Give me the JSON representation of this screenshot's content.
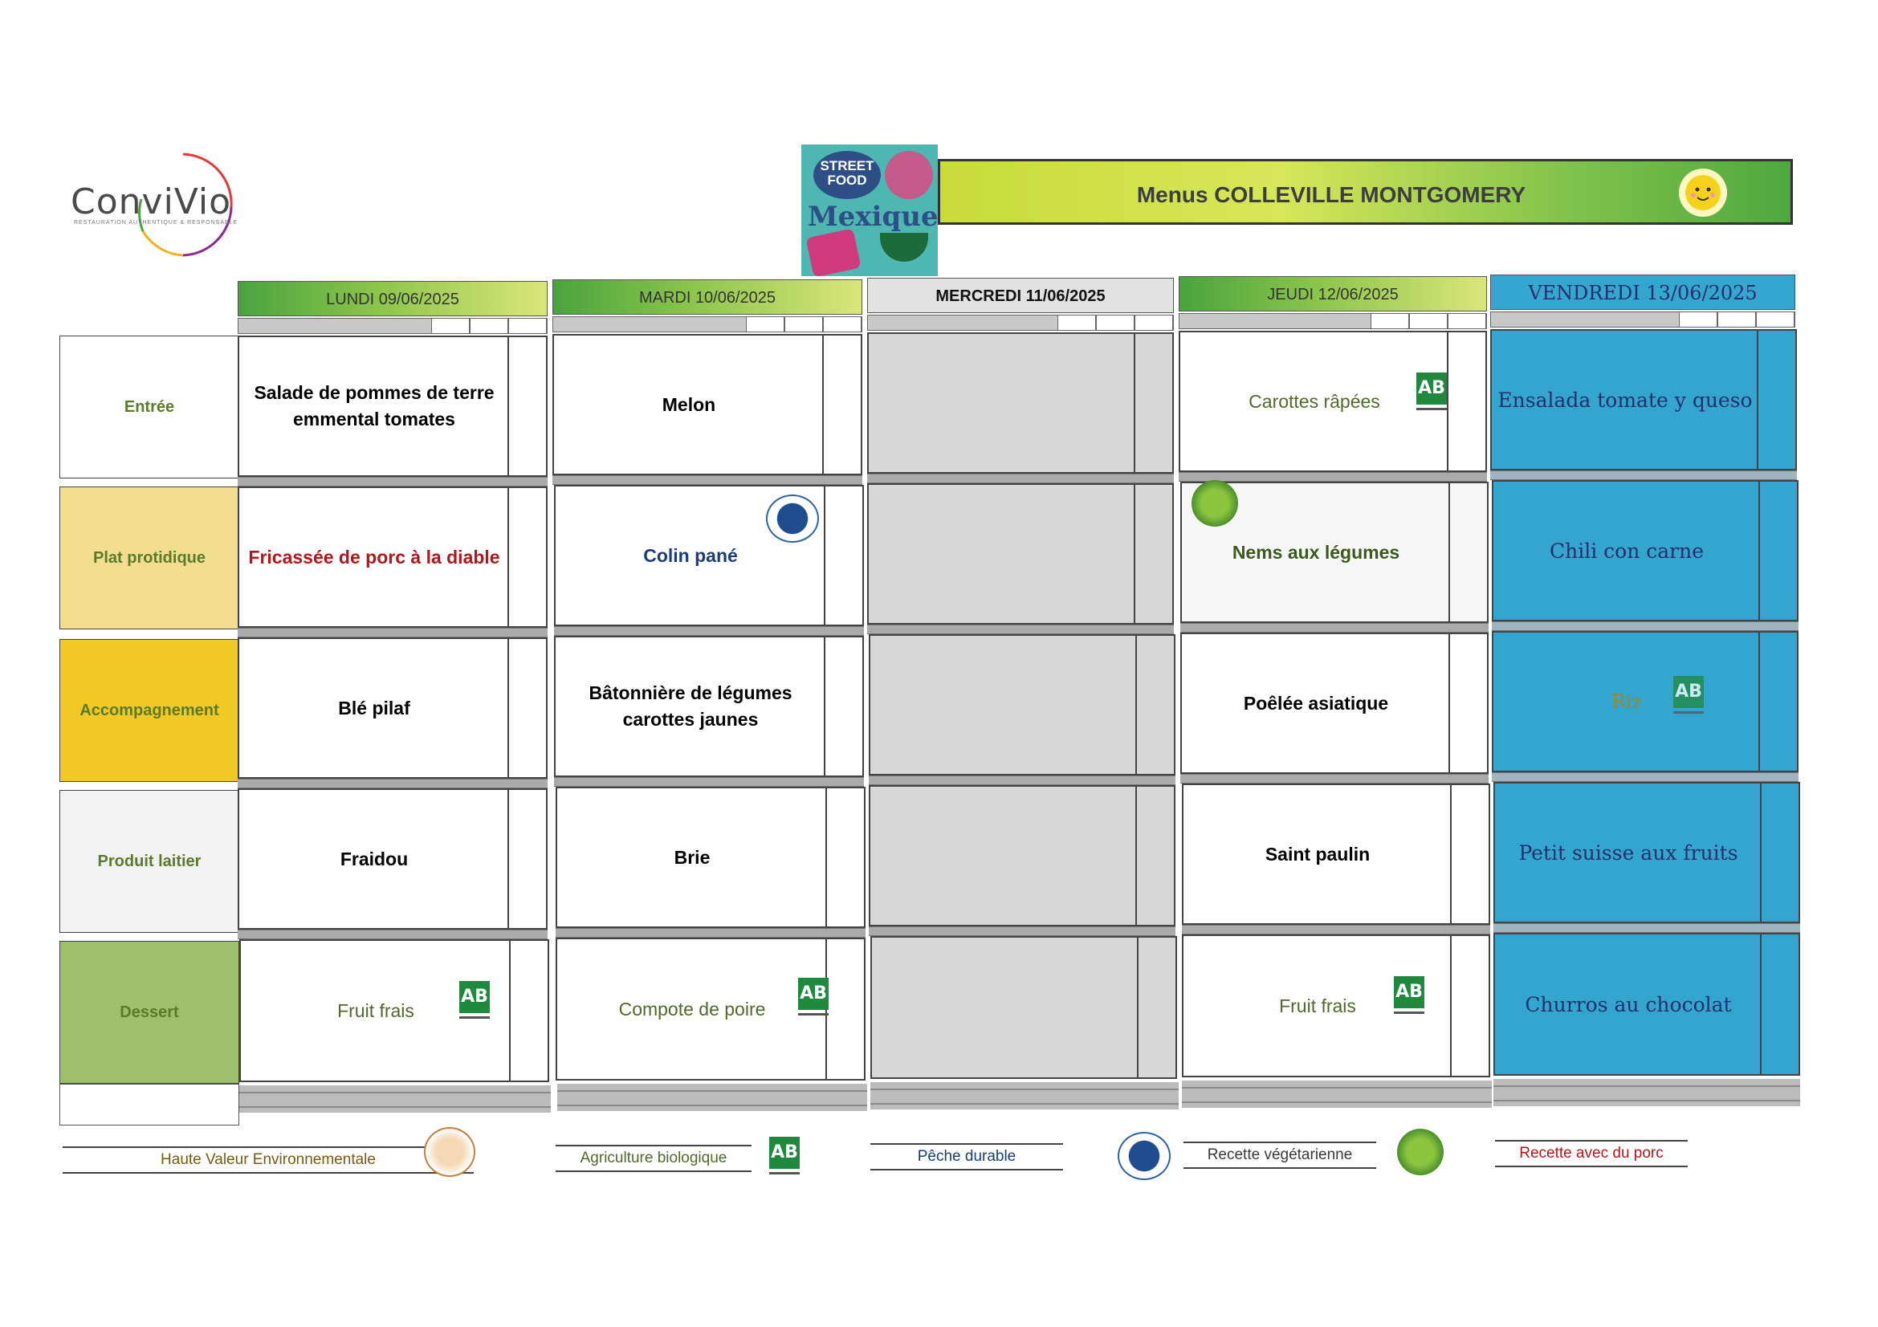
{
  "header": {
    "brand": "ConviVio",
    "brand_tagline": "RESTAURATION AUTHENTIQUE & RESPONSABLE",
    "badge_line1": "STREET FOOD",
    "badge_line2": "Mexique",
    "banner_title": "Menus COLLEVILLE MONTGOMERY"
  },
  "days": [
    {
      "label": "LUNDI  09/06/2025",
      "style": "green"
    },
    {
      "label": "MARDI 10/06/2025",
      "style": "green"
    },
    {
      "label": "MERCREDI 11/06/2025",
      "style": "grey"
    },
    {
      "label": "JEUDI 12/06/2025",
      "style": "green"
    },
    {
      "label": "VENDREDI 13/06/2025",
      "style": "blue"
    }
  ],
  "categories": [
    {
      "label": "Entrée",
      "color": "#ffffff"
    },
    {
      "label": "Plat protidique",
      "color": "#f3dd8f"
    },
    {
      "label": "Accompagnement",
      "color": "#f0c926"
    },
    {
      "label": "Produit laitier",
      "color": "#f2f2f2"
    },
    {
      "label": "Dessert",
      "color": "#9ec06a"
    }
  ],
  "menu": {
    "lundi": [
      "Salade de pommes de terre emmental tomates",
      "Fricassée de porc à la diable",
      "Blé pilaf",
      "Fraidou",
      "Fruit frais"
    ],
    "mardi": [
      "Melon",
      "Colin pané",
      "Bâtonnière de légumes carottes jaunes",
      "Brie",
      "Compote de poire"
    ],
    "jeudi": [
      "Carottes râpées",
      "Nems aux légumes",
      "Poêlée asiatique",
      "Saint paulin",
      "Fruit frais"
    ],
    "vendredi": [
      "Ensalada tomate y queso",
      "Chili con carne",
      "Riz",
      "Petit suisse aux fruits",
      "Churros au chocolat"
    ]
  },
  "icons": {
    "bio": "AB",
    "peche": "peche-durable-icon",
    "veg": "vegetarian-icon"
  },
  "legend": {
    "hve": "Haute Valeur Environnementale",
    "bio": "Agriculture biologique",
    "peche": "Pêche durable",
    "veg": "Recette végétarienne",
    "porc": "Recette avec du porc"
  }
}
